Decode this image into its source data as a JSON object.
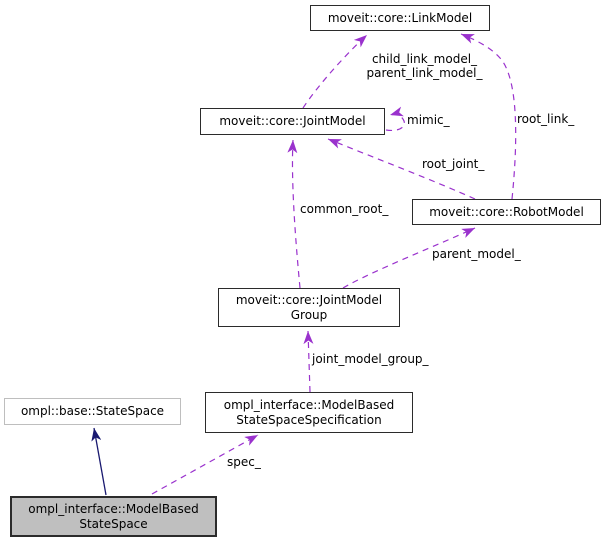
{
  "diagram": {
    "type": "doxygen-collaboration-graph",
    "colors": {
      "background": "#ffffff",
      "dependency_edge": "#9a32cd",
      "inheritance_edge": "#191970",
      "node_border": "#2b2b2b",
      "node_fill": "#ffffff",
      "highlight_node_fill": "#bfbfbf",
      "external_node_border": "#bebebe",
      "text": "#000000"
    },
    "nodes": {
      "link_model": {
        "label": "moveit::core::LinkModel"
      },
      "joint_model": {
        "label": "moveit::core::JointModel"
      },
      "robot_model": {
        "label": "moveit::core::RobotModel"
      },
      "joint_model_group": {
        "line1": "moveit::core::JointModel",
        "line2": "Group"
      },
      "state_space_spec": {
        "line1": "ompl_interface::ModelBased",
        "line2": "StateSpaceSpecification"
      },
      "base_state_space": {
        "label": "ompl::base::StateSpace"
      },
      "model_based_state_space": {
        "line1": "ompl_interface::ModelBased",
        "line2": "StateSpace"
      }
    },
    "edge_labels": {
      "child_parent_link": {
        "line1": "child_link_model_",
        "line2": "parent_link_model_"
      },
      "mimic": "mimic_",
      "root_link": "root_link_",
      "root_joint": "root_joint_",
      "common_root": "common_root_",
      "parent_model": "parent_model_",
      "joint_model_group": "joint_model_group_",
      "spec": "spec_"
    }
  }
}
